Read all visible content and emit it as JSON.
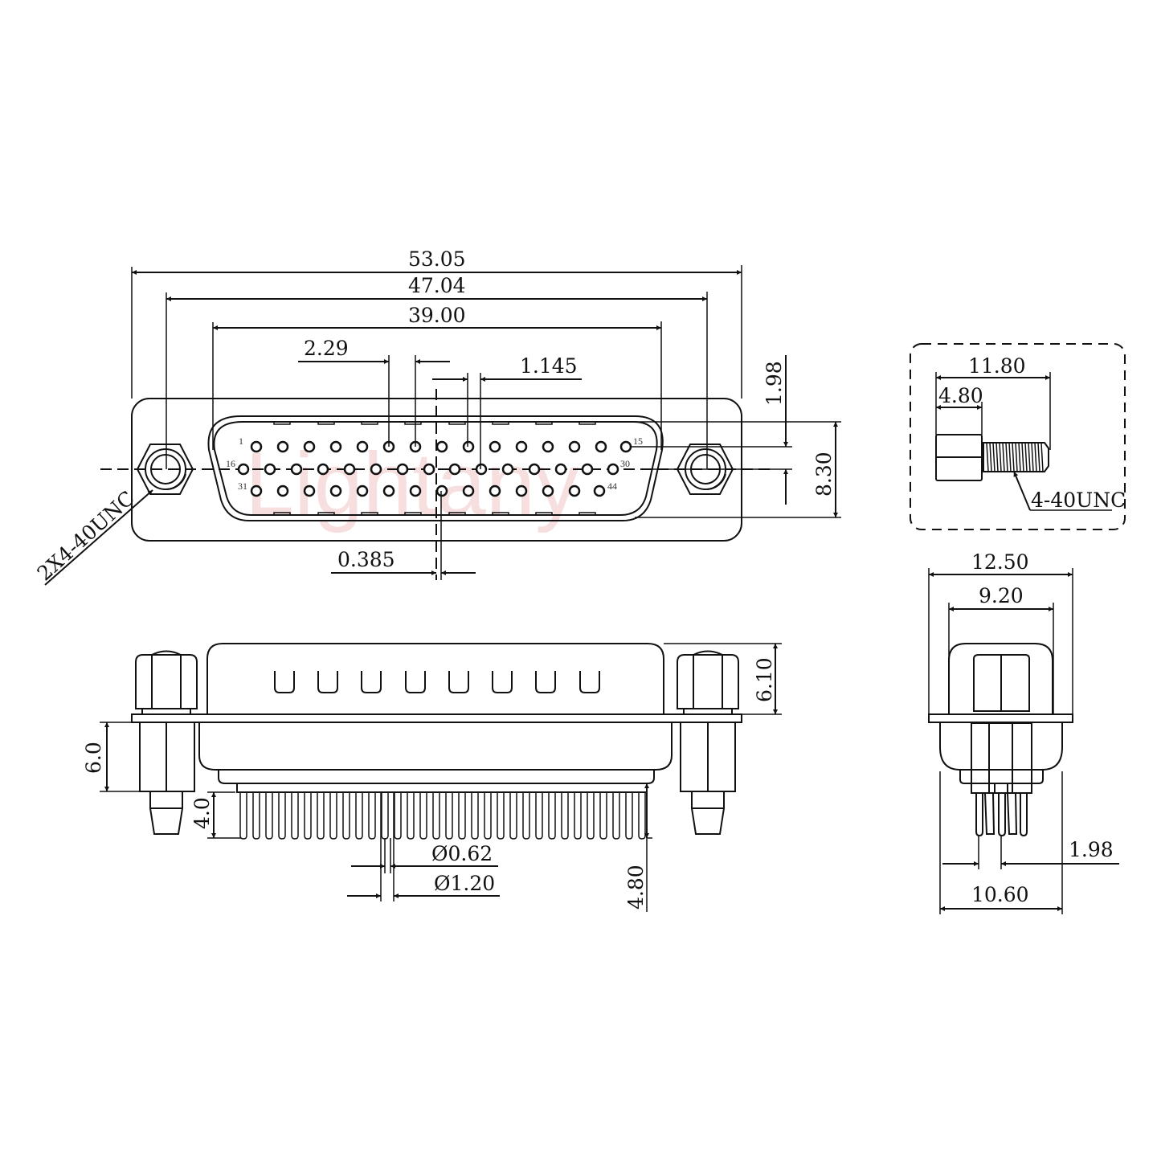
{
  "watermark": "Lightany",
  "colors": {
    "line": "#111111",
    "watermark": "#f3c6c6",
    "background": "#ffffff"
  },
  "front_view": {
    "dimensions": {
      "overall_width": "53.05",
      "mount_hole_spacing": "47.04",
      "shell_width": "39.00",
      "pin_pitch": "2.29",
      "row_offset": "1.145",
      "center_offset": "0.385",
      "row_spacing": "1.98",
      "shell_height": "8.30",
      "thread_callout": "2X4-40UNC"
    },
    "pin_labels": {
      "row1_start": "1",
      "row1_end": "15",
      "row2_start": "16",
      "row2_end": "30",
      "row3_start": "31",
      "row3_end": "44"
    },
    "pin_rows": [
      15,
      15,
      14
    ]
  },
  "screw_detail": {
    "overall_length": "11.80",
    "head_length": "4.80",
    "thread": "4-40UNC"
  },
  "side_view": {
    "dimensions": {
      "shell_height": "6.10",
      "standoff_height": "6.0",
      "pin_tail_top": "4.0",
      "pin_tail_length": "4.80",
      "pin_diameter": "Ø0.62",
      "pin_shoulder_diameter": "Ø1.20"
    },
    "shell_tabs": 8
  },
  "end_view": {
    "dimensions": {
      "flange_width": "12.50",
      "shell_width": "9.20",
      "row_spacing": "1.98",
      "body_width": "10.60"
    }
  }
}
